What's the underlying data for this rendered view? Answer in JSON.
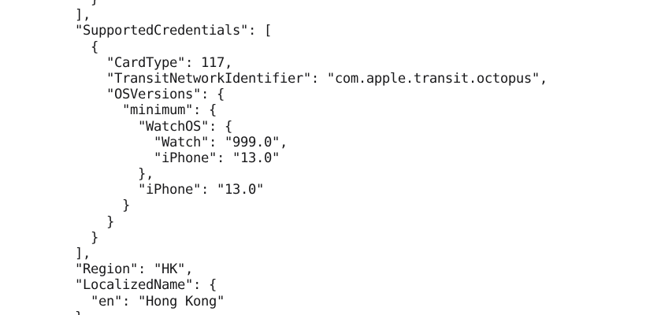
{
  "document": {
    "kind": "json-source-snippet",
    "language": "JSON",
    "background_color": "#ffffff",
    "text_color": "#18181a",
    "clipped_top": true,
    "clipped_bottom": true,
    "lines": [
      "  }",
      "],",
      "\"SupportedCredentials\": [",
      "  {",
      "    \"CardType\": 117,",
      "    \"TransitNetworkIdentifier\": \"com.apple.transit.octopus\",",
      "    \"OSVersions\": {",
      "      \"minimum\": {",
      "        \"WatchOS\": {",
      "          \"Watch\": \"999.0\",",
      "          \"iPhone\": \"13.0\"",
      "        },",
      "        \"iPhone\": \"13.0\"",
      "      }",
      "    }",
      "  }",
      "],",
      "\"Region\": \"HK\",",
      "\"LocalizedName\": {",
      "  \"en\": \"Hong Kong\"",
      "}"
    ],
    "json_content": {
      "SupportedCredentials": [
        {
          "CardType": 117,
          "TransitNetworkIdentifier": "com.apple.transit.octopus",
          "OSVersions": {
            "minimum": {
              "WatchOS": {
                "Watch": "999.0",
                "iPhone": "13.0"
              },
              "iPhone": "13.0"
            }
          }
        }
      ],
      "Region": "HK",
      "LocalizedName": {
        "en": "Hong Kong"
      }
    },
    "keys": [
      "SupportedCredentials",
      "CardType",
      "TransitNetworkIdentifier",
      "OSVersions",
      "minimum",
      "WatchOS",
      "Watch",
      "iPhone",
      "Region",
      "LocalizedName",
      "en"
    ],
    "values": [
      "117",
      "com.apple.transit.octopus",
      "999.0",
      "13.0",
      "13.0",
      "HK",
      "Hong Kong"
    ]
  }
}
